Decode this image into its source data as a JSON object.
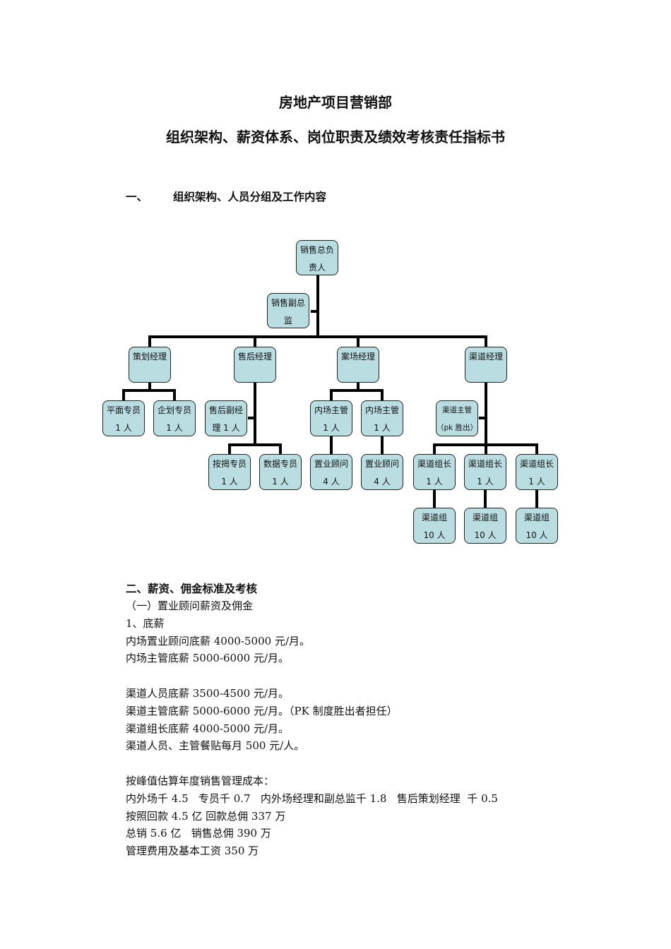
{
  "title": "房地产项目营销部",
  "subtitle": "组织架构、薪资体系、岗位职责及绩效考核责任指标书",
  "section1": {
    "num": "一、",
    "text": "组织架构、人员分组及工作内容"
  },
  "org": {
    "top": [
      "销售总负",
      "责人"
    ],
    "deputy": [
      "销售副总",
      "监"
    ],
    "planning_mgr": [
      "策划经理",
      ""
    ],
    "aftersales_mgr": [
      "售后经理",
      ""
    ],
    "onsite_mgr": [
      "案场经理",
      ""
    ],
    "channel_mgr": [
      "渠道经理",
      ""
    ],
    "graphic": [
      "平面专员",
      "1 人"
    ],
    "plan_spec": [
      "企划专员",
      "1 人"
    ],
    "aftersales_deputy": [
      "售后副经",
      "理 1 人"
    ],
    "inside_sup_1": [
      "内场主管",
      "1 人"
    ],
    "inside_sup_2": [
      "内场主管",
      "1 人"
    ],
    "channel_sup": [
      "渠道主管",
      "（pk 胜出）"
    ],
    "mortgage": [
      "按揭专员",
      "1 人"
    ],
    "data_spec": [
      "数据专员",
      "1 人"
    ],
    "consultant_1": [
      "置业顾问",
      "4 人"
    ],
    "consultant_2": [
      "置业顾问",
      "4 人"
    ],
    "leader_1": [
      "渠道组长",
      "1 人"
    ],
    "leader_2": [
      "渠道组长",
      "1 人"
    ],
    "leader_3": [
      "渠道组长",
      "1 人"
    ],
    "group_1": [
      "渠道组",
      "10 人"
    ],
    "group_2": [
      "渠道组",
      "10 人"
    ],
    "group_3": [
      "渠道组",
      "10 人"
    ]
  },
  "section2": "二、薪资、佣金标准及考核",
  "body": [
    "（一）置业顾问薪资及佣金",
    "1、底薪",
    "内场置业顾问底薪 4000-5000 元/月。",
    "内场主管底薪 5000-6000 元/月。",
    "",
    "渠道人员底薪 3500-4500 元/月。",
    "渠道主管底薪 5000-6000 元/月。（PK 制度胜出者担任）",
    "渠道组长底薪 4000-5000 元/月。",
    "渠道人员、主管餐贴每月 500 元/人。",
    "",
    "按峰值估算年度销售管理成本：",
    "内外场千 4.5   专员千 0.7   内外场经理和副总监千 1.8   售后策划经理  千 0.5",
    "按照回款 4.5 亿 回款总佣 337 万",
    "总销 5.6 亿   销售总佣 390 万",
    "管理费用及基本工资 350 万"
  ]
}
